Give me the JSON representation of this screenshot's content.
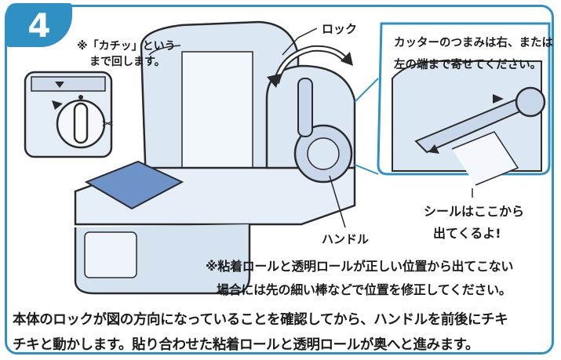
{
  "step": {
    "number": "4"
  },
  "callouts": {
    "turn_note_line1": "※「カチッ」という",
    "turn_note_line2": "まで回します。",
    "lock_label": "ロック",
    "cutter_note_line1": "カッターのつまみは右、または",
    "cutter_note_line2": "左の端まで寄せてください。",
    "sticker_note_line1": "シールはここから",
    "sticker_note_line2": "出てくるよ!",
    "handle_label": "ハンドル"
  },
  "warning": {
    "line1": "※粘着ロールと透明ロールが正しい位置から出てこない",
    "line2": "場合には先の細い棒などで位置を修正してください。"
  },
  "instructions": {
    "line1": "本体のロックが図の方向になっていることを確認してから、ハンドルを前後にチキ",
    "line2": "チキと動かします。貼り合わせた粘着ロールと透明ロールが奥へと進みます。"
  },
  "colors": {
    "accent": "#2f90c4",
    "machine": "#dbe7f3",
    "outline": "#2a2a2a"
  }
}
